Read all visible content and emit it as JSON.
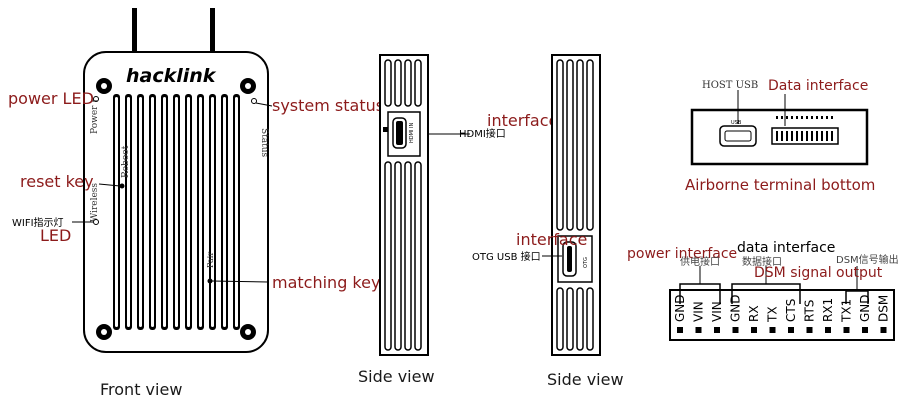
{
  "device": {
    "logo": "hacklink",
    "side_labels": {
      "power": "Power",
      "reboot": "Reboot",
      "wireless": "Wireless",
      "status": "Status",
      "pair": "Pair"
    }
  },
  "labels": {
    "power_led": "power LED",
    "system_status_led": "system status LED",
    "reset_key": "reset  key",
    "wifi_led_cn": "WIFI指示灯",
    "wifi_led": "LED",
    "matching_key": "matching key",
    "interface_top": "interface",
    "hdmi_cn": "HDMI接口",
    "hdmi_in": "HDMI IN",
    "interface_bottom": "interface",
    "otg_usb_cn": "OTG USB 接口",
    "usb_port_label": "OTG",
    "host_usb": "HOST USB",
    "data_interface_top": "Data interface",
    "usb_small": "USB",
    "airborne_bottom": "Airborne terminal bottom",
    "power_interface": "power interface",
    "power_cn": "供电接口",
    "data_interface": "data interface",
    "data_cn": "数据接口",
    "dsm_cn": "DSM信号输出",
    "dsm_signal_output": "DSM signal output"
  },
  "captions": {
    "front": "Front view",
    "side1": "Side view",
    "side2": "Side view"
  },
  "pins": [
    "GND",
    "VIN",
    "VIN",
    "GND",
    "RX",
    "TX",
    "CTS",
    "RTS",
    "RX1",
    "TX1",
    "GND",
    "DSM"
  ],
  "colors": {
    "label_red": "#8c1b1b",
    "line": "#000000"
  }
}
